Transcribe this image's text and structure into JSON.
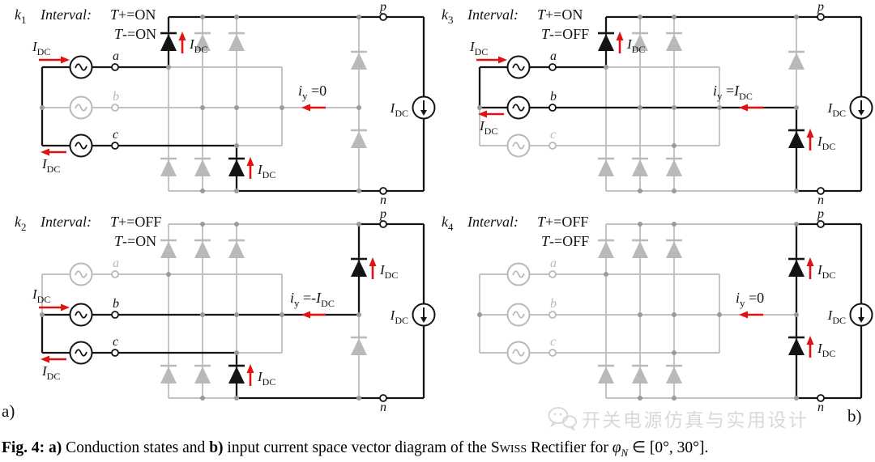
{
  "labels": {
    "k_base": "k",
    "interval_word": "Interval:",
    "t_sym": "T",
    "i_sym": "I",
    "i_sub": "DC",
    "iy_sym": "i",
    "iy_sub": "y",
    "phase_a": "a",
    "phase_b": "b",
    "phase_c": "c",
    "node_p": "p",
    "node_n": "n"
  },
  "colors": {
    "active": "#141414",
    "inactive": "#b9b9b9",
    "arrow_red": "#e01212",
    "junction_dot": "#9a9a9a",
    "watermark": "#d9d9d9"
  },
  "quadrants": [
    {
      "id": "k1",
      "k_sub": "1",
      "t_plus_val": "+=ON",
      "t_minus_val": "-=ON",
      "iy_eq": " =0",
      "iy_idc": false,
      "active_phases": [
        "a",
        "c"
      ],
      "in_phase": "a",
      "out_phase": "c",
      "black_segments": [
        "bus_ac",
        "phase_a",
        "phase_c",
        "leg1_top",
        "leg3_bottom",
        "p_rail_full",
        "n_rail_leg3",
        "right_vert"
      ],
      "black_diodes": [
        "up0",
        "low2"
      ]
    },
    {
      "id": "k2",
      "k_sub": "2",
      "t_plus_val": "+=OFF",
      "t_minus_val": "-=ON",
      "iy_eq": " =-",
      "iy_idc": true,
      "active_phases": [
        "b",
        "c"
      ],
      "in_phase": "b",
      "out_phase": "c",
      "black_segments": [
        "bus_bc",
        "phase_b_full",
        "phase_c",
        "leg3_bottom",
        "rleg_top",
        "p_rail_right",
        "n_rail_leg3",
        "right_vert"
      ],
      "black_diodes": [
        "low2",
        "rup"
      ]
    },
    {
      "id": "k3",
      "k_sub": "3",
      "t_plus_val": "+=ON",
      "t_minus_val": "-=OFF",
      "iy_eq": " =",
      "iy_idc": true,
      "active_phases": [
        "a",
        "b"
      ],
      "in_phase": "a",
      "out_phase": "b",
      "black_segments": [
        "bus_ab",
        "phase_a",
        "phase_b_full",
        "leg1_top",
        "rleg_bottom",
        "p_rail_full",
        "n_rail_right",
        "right_vert"
      ],
      "black_diodes": [
        "up0",
        "rlow"
      ]
    },
    {
      "id": "k4",
      "k_sub": "4",
      "t_plus_val": "+=OFF",
      "t_minus_val": "-=OFF",
      "iy_eq": " =0",
      "iy_idc": false,
      "active_phases": [],
      "in_phase": null,
      "out_phase": null,
      "black_segments": [
        "rleg_full",
        "p_rail_right",
        "n_rail_right",
        "right_vert"
      ],
      "black_diodes": [
        "rup",
        "rlow"
      ]
    }
  ],
  "footer": {
    "label_a": "a)",
    "label_b": "b)",
    "watermark": "开关电源仿真与实用设计"
  },
  "caption": {
    "fig_label": "Fig. 4:",
    "a_bold": "a)",
    "a_text": "Conduction states and",
    "b_bold": "b)",
    "b_text": "input current space vector diagram of the",
    "swiss": "Swiss",
    "rest": "Rectifier for",
    "phi": "φ",
    "phi_sub": "N",
    "range": "∈ [0°, 30°]."
  }
}
